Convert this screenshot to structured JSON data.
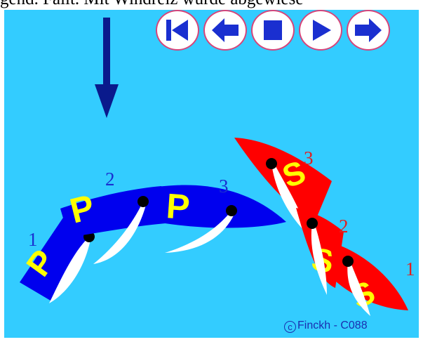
{
  "header_text": "gend. Fällt. Mit Windreiz wurde abgewiese",
  "controls": [
    {
      "name": "first-frame-button",
      "icon": "skip-to-start-icon"
    },
    {
      "name": "previous-frame-button",
      "icon": "arrow-left-icon"
    },
    {
      "name": "stop-button",
      "icon": "stop-icon"
    },
    {
      "name": "play-button",
      "icon": "play-icon"
    },
    {
      "name": "next-frame-button",
      "icon": "arrow-right-icon"
    }
  ],
  "boats": {
    "blue": {
      "letter": "P",
      "color": "#0000ee",
      "letter_color": "#ffff00",
      "labels": [
        "1",
        "2",
        "3"
      ]
    },
    "red": {
      "letter": "S",
      "color": "#ff0000",
      "letter_color": "#ffff00",
      "labels": [
        "3",
        "2",
        "1"
      ]
    }
  },
  "wind_arrow": {
    "icon": "wind-direction-arrow-icon",
    "color": "#0a1a8c"
  },
  "copyright": {
    "symbol": "c",
    "text": "Finckh - C088"
  }
}
